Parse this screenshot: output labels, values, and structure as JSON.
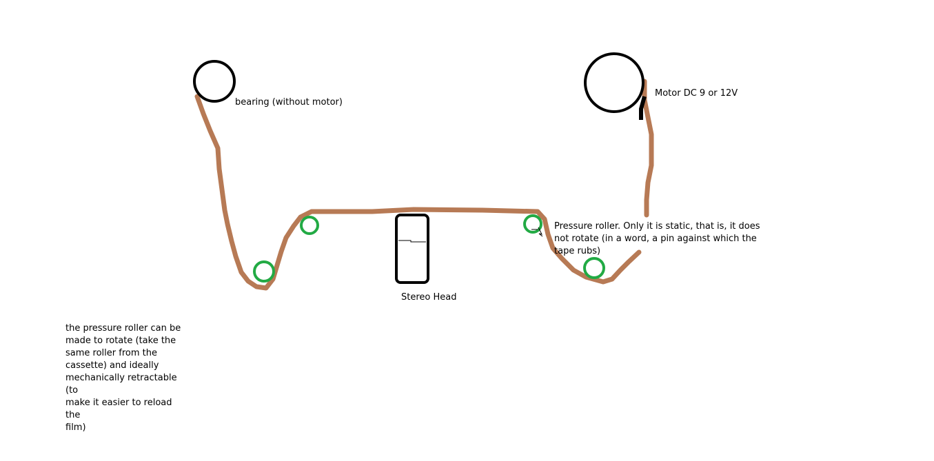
{
  "labels": {
    "bearing": "bearing (without motor)",
    "motor": "Motor DC 9 or 12V",
    "stereo_head": "Stereo Head",
    "pressure_roller": [
      "Pressure roller. Only it is static, that is, it does",
      "not rotate (in a word, a pin against which the",
      "tape rubs)"
    ],
    "note": [
      "the pressure roller can be",
      "made to rotate (take the",
      "same roller from the",
      "cassette) and ideally",
      "mechanically retractable (to",
      "make it easier to reload the",
      "film)"
    ]
  },
  "colors": {
    "tape": "#b77a55",
    "reel": "#000000",
    "guide_roller": "#22aa44",
    "head": "#000000"
  }
}
